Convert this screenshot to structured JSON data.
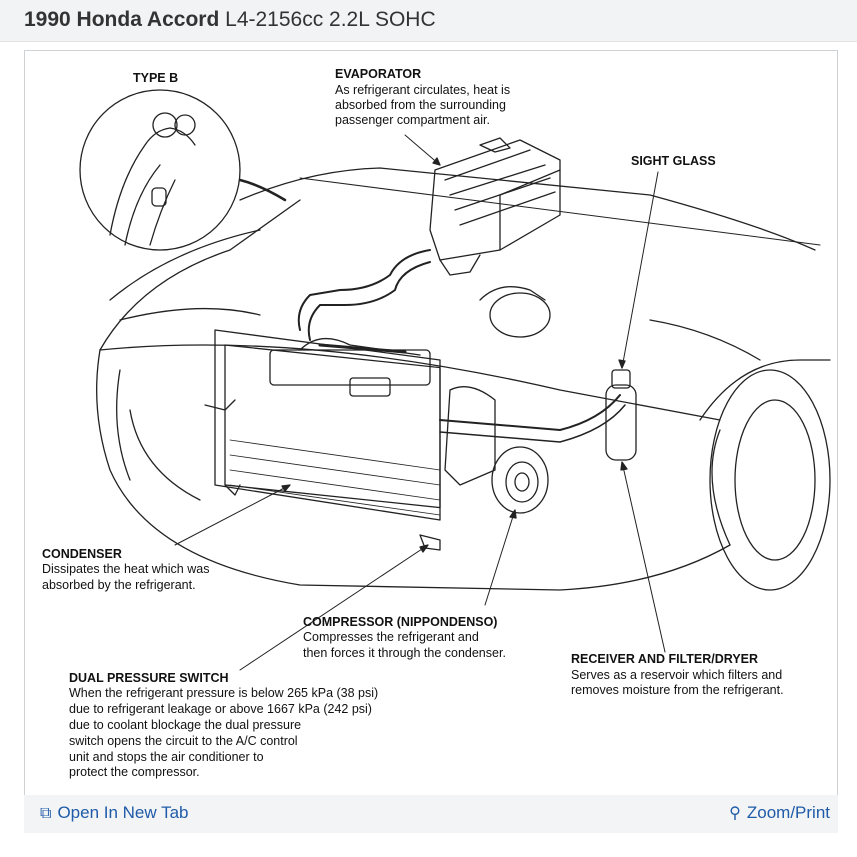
{
  "header": {
    "title_bold": "1990 Honda Accord",
    "title_rest": "L4-2156cc 2.2L SOHC"
  },
  "diagram": {
    "type_b": "TYPE B",
    "evaporator": {
      "title": "EVAPORATOR",
      "lines": [
        "As refrigerant circulates, heat is",
        "absorbed from the surrounding",
        "passenger compartment air."
      ]
    },
    "sight_glass": {
      "title": "SIGHT GLASS"
    },
    "condenser": {
      "title": "CONDENSER",
      "lines": [
        "Dissipates the heat which was",
        "absorbed by the refrigerant."
      ]
    },
    "compressor": {
      "title": "COMPRESSOR (NIPPONDENSO)",
      "lines": [
        "Compresses the refrigerant and",
        "then forces it through the condenser."
      ]
    },
    "receiver": {
      "title": "RECEIVER AND FILTER/DRYER",
      "lines": [
        "Serves as a reservoir which filters and",
        "removes moisture from the refrigerant."
      ]
    },
    "dual_switch": {
      "title": "DUAL PRESSURE SWITCH",
      "lines": [
        "When the refrigerant pressure is below 265 kPa (38 psi)",
        "due to refrigerant leakage or above 1667 kPa (242 psi)",
        "due to coolant blockage the dual pressure",
        "switch opens the circuit to the A/C control",
        "unit and stops the air conditioner to",
        "protect the compressor."
      ]
    }
  },
  "footer": {
    "open_tab": "Open In New Tab",
    "zoom_print": "Zoom/Print",
    "open_icon": "external-link-icon",
    "zoom_icon": "magnifier-icon"
  },
  "colors": {
    "link": "#1f5ba8",
    "header_bg": "#f2f3f4"
  }
}
